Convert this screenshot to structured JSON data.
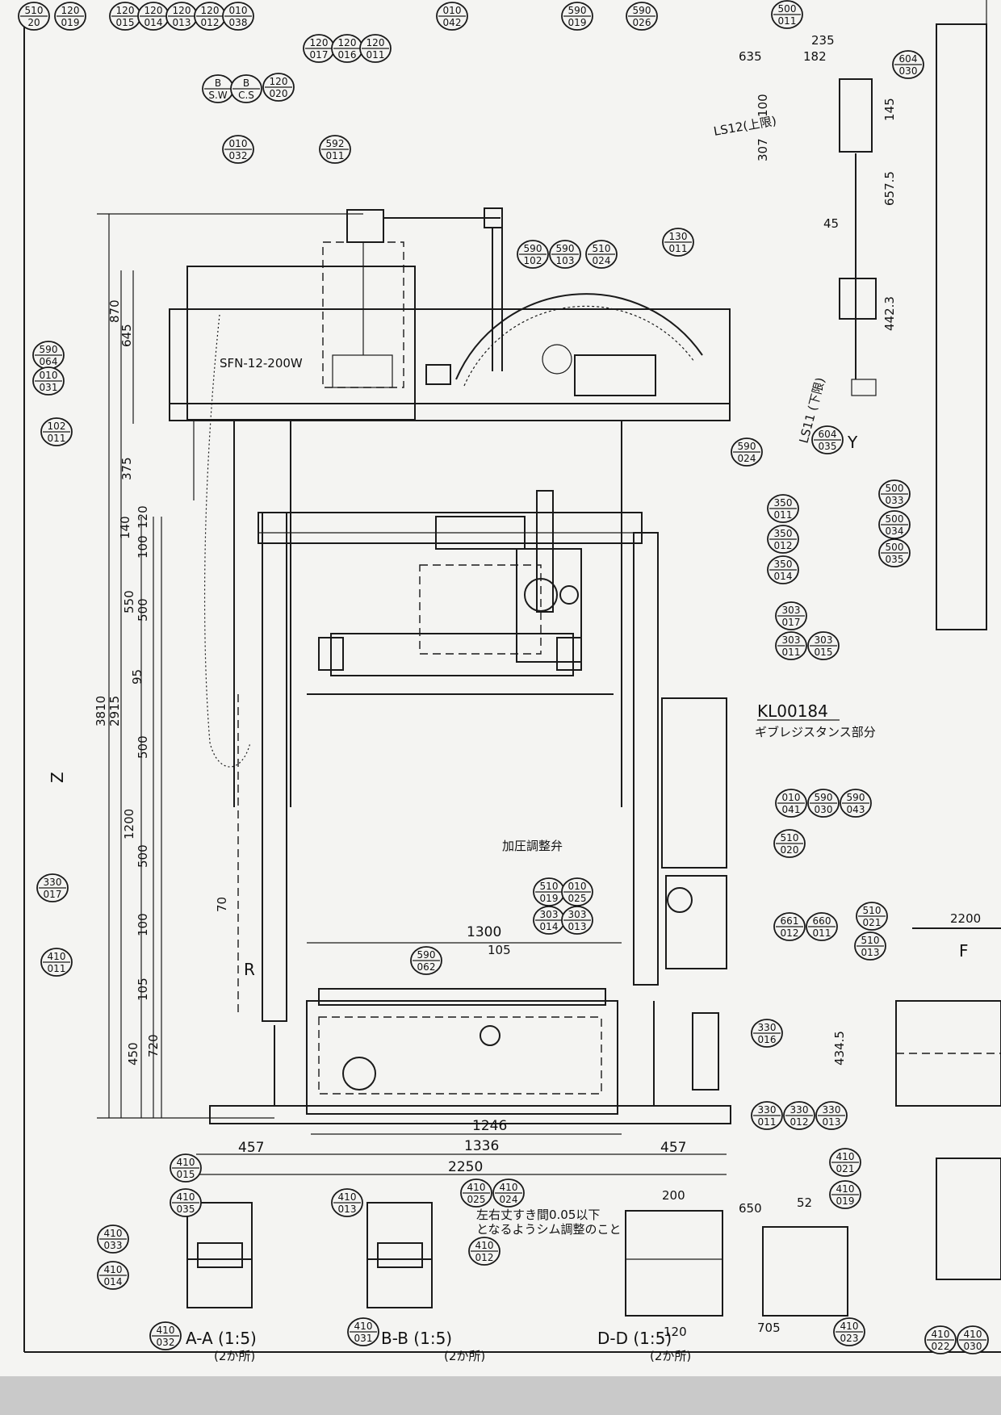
{
  "dimensions": {
    "total_height": "3810",
    "height_2915": "2915",
    "d870": "870",
    "d645": "645",
    "d375": "375",
    "d140": "140",
    "d120": "120",
    "d100a": "100",
    "d550": "550",
    "d500a": "500",
    "d95": "95",
    "d500b": "500",
    "d1200": "1200",
    "d500c": "500",
    "d100b": "100",
    "d70": "70",
    "d105a": "105",
    "d450": "450",
    "d720": "720",
    "d1300": "1300",
    "d105b": "105",
    "d1246": "1246",
    "d1336": "1336",
    "d2250": "2250",
    "d457a": "457",
    "d457b": "457",
    "d235": "235",
    "d182": "182",
    "d635": "635",
    "d145": "145",
    "d100c": "100",
    "d307": "307",
    "d6575": "657.5",
    "d45": "45",
    "d4423": "442.3",
    "d4345": "434.5",
    "d2200": "2200",
    "d200": "200",
    "d120b": "120",
    "d650": "650",
    "d705": "705",
    "d52": "52"
  },
  "labels": {
    "drawing_no": "KL00184",
    "gib_note": "ギブレジスタンス部分",
    "view_z": "Z",
    "view_y": "Y",
    "view_r": "R",
    "view_f": "F",
    "motor": "SFN-12-200W",
    "ls12": "LS12(上限)",
    "ls11": "LS11 (下限)",
    "press_valve": "加圧調整弁",
    "section_aa": "A-A (1:5)",
    "section_aa_note": "(2か所)",
    "section_bb": "B-B (1:5)",
    "section_bb_note": "(2か所)",
    "section_dd": "D-D (1:5)",
    "section_dd_note": "(2か所)",
    "clearance_note_1": "左右丈すき間0.05以下",
    "clearance_note_2": "となるようシム調整のこと"
  },
  "balloons": [
    {
      "top": "510",
      "bottom": "20"
    },
    {
      "top": "120",
      "bottom": "019"
    },
    {
      "top": "120",
      "bottom": "015"
    },
    {
      "top": "120",
      "bottom": "014"
    },
    {
      "top": "120",
      "bottom": "013"
    },
    {
      "top": "120",
      "bottom": "012"
    },
    {
      "top": "010",
      "bottom": "038"
    },
    {
      "top": "010",
      "bottom": "042"
    },
    {
      "top": "590",
      "bottom": "019"
    },
    {
      "top": "590",
      "bottom": "026"
    },
    {
      "top": "500",
      "bottom": "011"
    },
    {
      "top": "604",
      "bottom": "030"
    },
    {
      "top": "120",
      "bottom": "017"
    },
    {
      "top": "120",
      "bottom": "016"
    },
    {
      "top": "120",
      "bottom": "011"
    },
    {
      "top": "B",
      "bottom": "S.W"
    },
    {
      "top": "B",
      "bottom": "C.S"
    },
    {
      "top": "120",
      "bottom": "020"
    },
    {
      "top": "010",
      "bottom": "032"
    },
    {
      "top": "592",
      "bottom": "011"
    },
    {
      "top": "590",
      "bottom": "102"
    },
    {
      "top": "590",
      "bottom": "103"
    },
    {
      "top": "510",
      "bottom": "024"
    },
    {
      "top": "130",
      "bottom": "011"
    },
    {
      "top": "590",
      "bottom": "064"
    },
    {
      "top": "010",
      "bottom": "031"
    },
    {
      "top": "102",
      "bottom": "011"
    },
    {
      "top": "590",
      "bottom": "024"
    },
    {
      "top": "604",
      "bottom": "035"
    },
    {
      "top": "500",
      "bottom": "033"
    },
    {
      "top": "500",
      "bottom": "034"
    },
    {
      "top": "500",
      "bottom": "035"
    },
    {
      "top": "350",
      "bottom": "011"
    },
    {
      "top": "350",
      "bottom": "012"
    },
    {
      "top": "350",
      "bottom": "014"
    },
    {
      "top": "303",
      "bottom": "017"
    },
    {
      "top": "303",
      "bottom": "011"
    },
    {
      "top": "303",
      "bottom": "015"
    },
    {
      "top": "010",
      "bottom": "041"
    },
    {
      "top": "590",
      "bottom": "030"
    },
    {
      "top": "590",
      "bottom": "043"
    },
    {
      "top": "510",
      "bottom": "020"
    },
    {
      "top": "510",
      "bottom": "019"
    },
    {
      "top": "010",
      "bottom": "025"
    },
    {
      "top": "303",
      "bottom": "014"
    },
    {
      "top": "303",
      "bottom": "013"
    },
    {
      "top": "661",
      "bottom": "012"
    },
    {
      "top": "660",
      "bottom": "011"
    },
    {
      "top": "510",
      "bottom": "021"
    },
    {
      "top": "510",
      "bottom": "013"
    },
    {
      "top": "590",
      "bottom": "062"
    },
    {
      "top": "330",
      "bottom": "017"
    },
    {
      "top": "410",
      "bottom": "011"
    },
    {
      "top": "330",
      "bottom": "016"
    },
    {
      "top": "330",
      "bottom": "011"
    },
    {
      "top": "330",
      "bottom": "012"
    },
    {
      "top": "330",
      "bottom": "013"
    },
    {
      "top": "410",
      "bottom": "015"
    },
    {
      "top": "410",
      "bottom": "035"
    },
    {
      "top": "410",
      "bottom": "013"
    },
    {
      "top": "410",
      "bottom": "025"
    },
    {
      "top": "410",
      "bottom": "024"
    },
    {
      "top": "410",
      "bottom": "021"
    },
    {
      "top": "410",
      "bottom": "019"
    },
    {
      "top": "410",
      "bottom": "033"
    },
    {
      "top": "410",
      "bottom": "014"
    },
    {
      "top": "410",
      "bottom": "012"
    },
    {
      "top": "410",
      "bottom": "032"
    },
    {
      "top": "410",
      "bottom": "031"
    },
    {
      "top": "410",
      "bottom": "023"
    },
    {
      "top": "410",
      "bottom": "022"
    },
    {
      "top": "410",
      "bottom": "030"
    }
  ]
}
